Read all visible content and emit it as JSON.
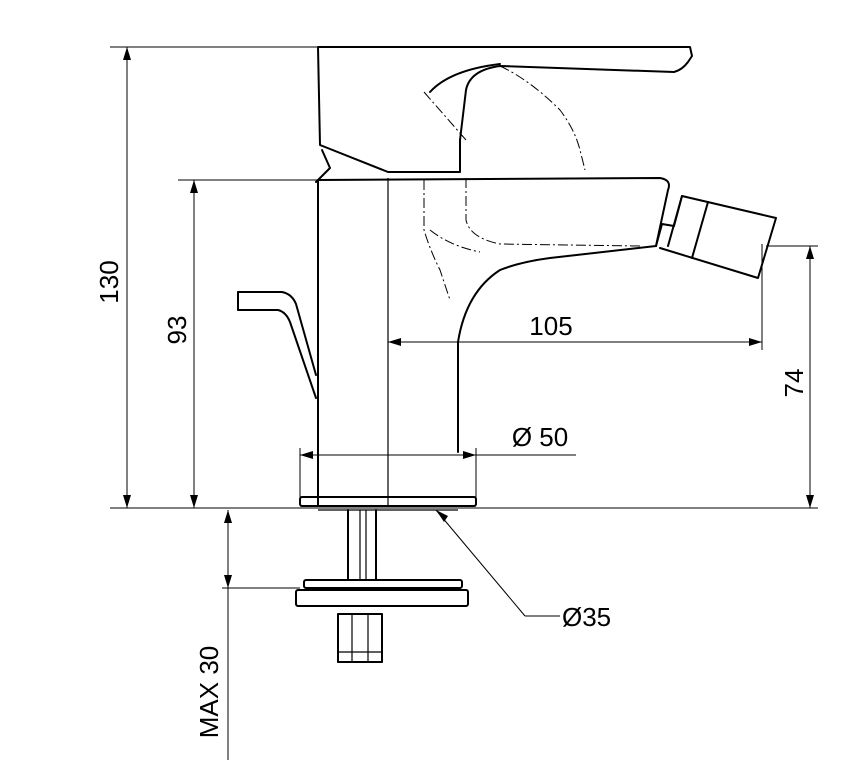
{
  "dimensions": {
    "total_height": "130",
    "spout_height": "93",
    "spout_reach": "105",
    "outlet_height": "74",
    "base_diameter": "Ø 50",
    "shank_diameter": "Ø35",
    "max_thickness": "MAX 30"
  }
}
